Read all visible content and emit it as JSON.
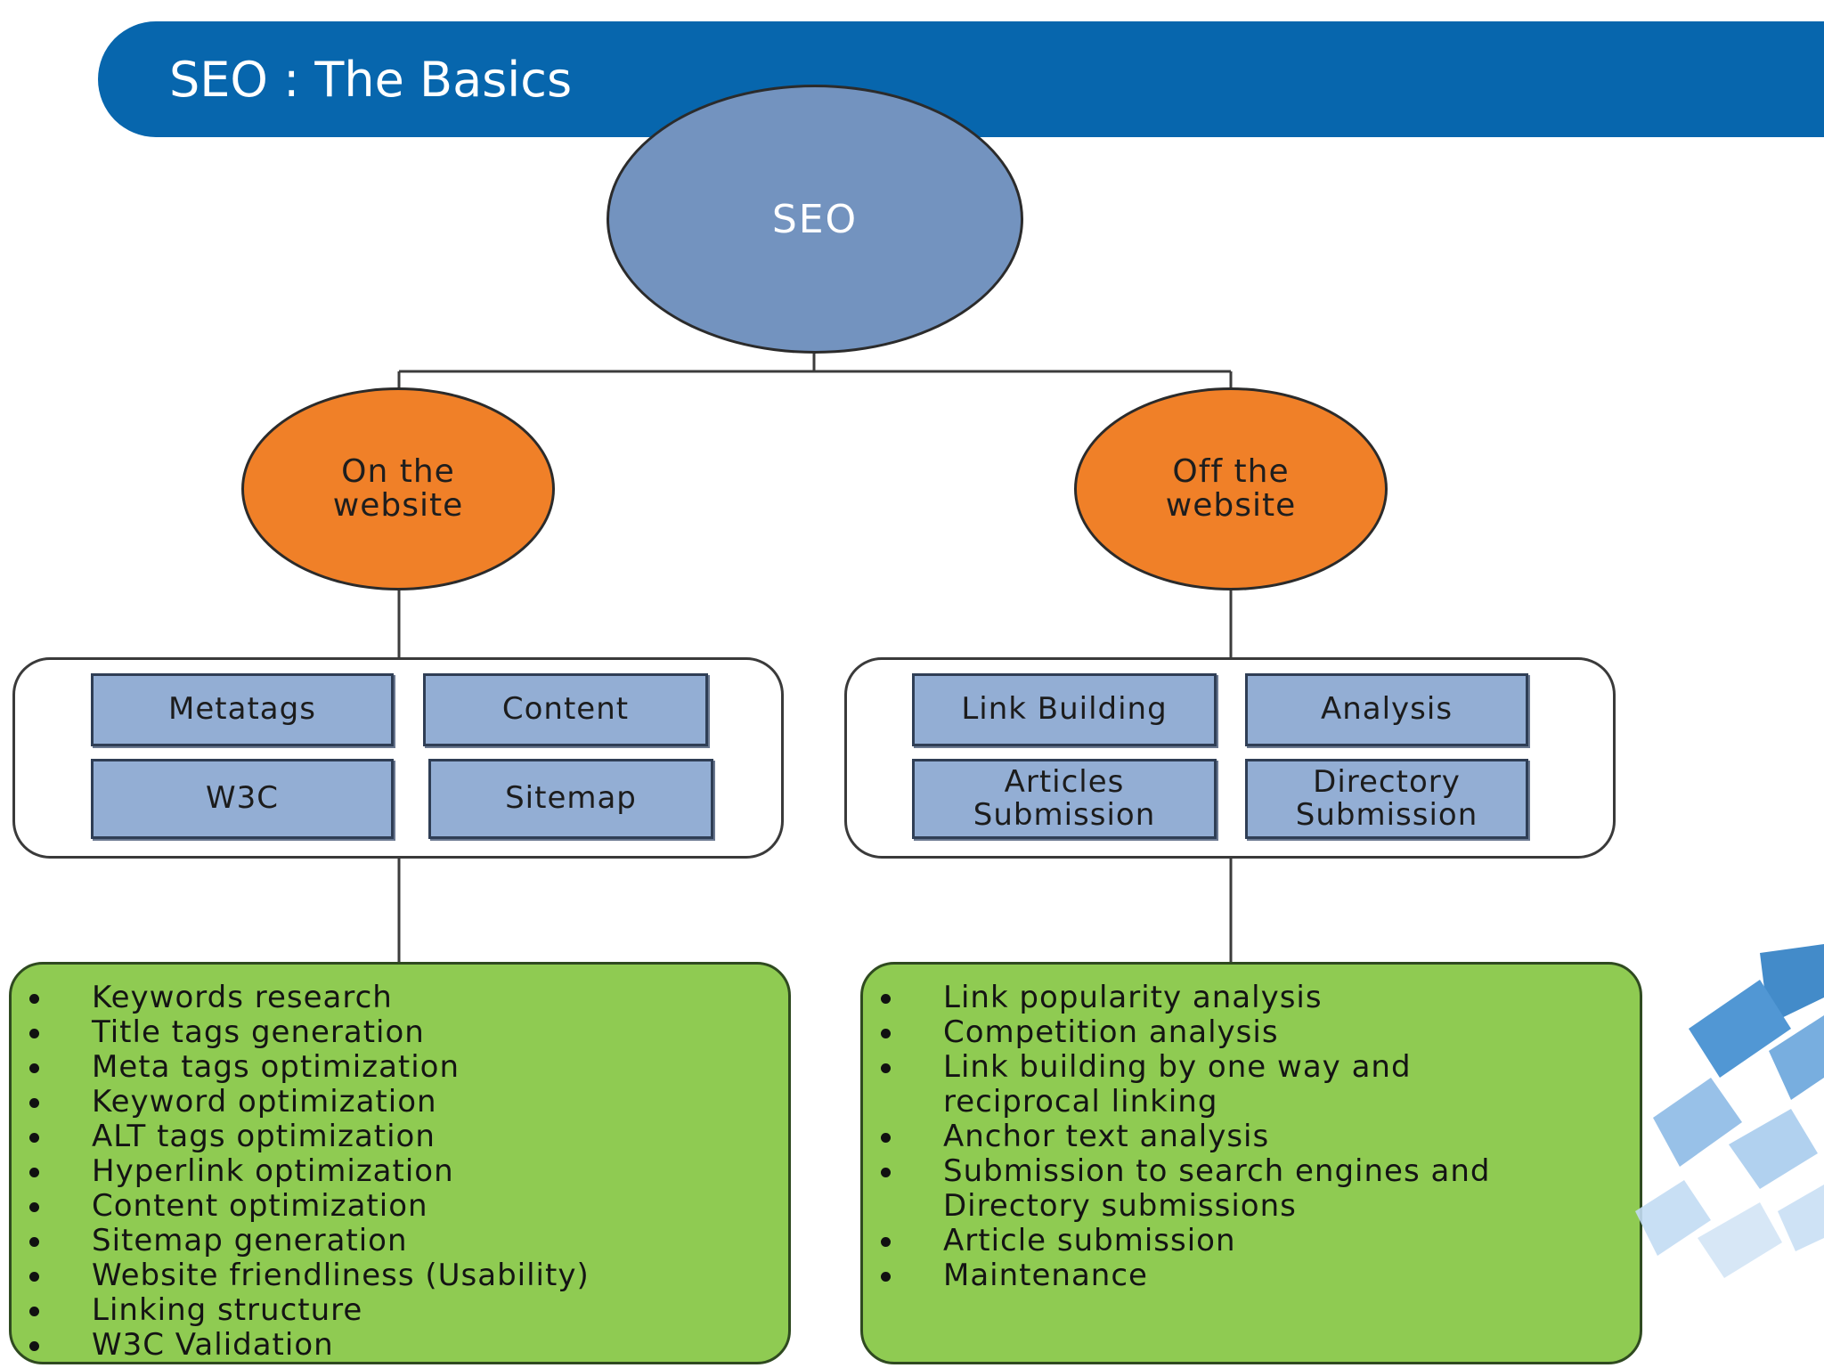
{
  "slide": {
    "title": "SEO : The Basics"
  },
  "diagram": {
    "root": "SEO",
    "left": {
      "label": "On the\nwebsite",
      "cells": [
        "Metatags",
        "Content",
        "W3C",
        "Sitemap"
      ],
      "items": [
        "Keywords research",
        "Title tags generation",
        "Meta tags optimization",
        "Keyword optimization",
        "ALT tags optimization",
        "Hyperlink optimization",
        "Content optimization",
        "Sitemap generation",
        "Website friendliness (Usability)",
        "Linking structure",
        "W3C Validation"
      ]
    },
    "right": {
      "label": "Off the\nwebsite",
      "cells": [
        "Link Building",
        "Analysis",
        "Articles\nSubmission",
        "Directory\nSubmission"
      ],
      "items": [
        "Link popularity analysis",
        "Competition analysis",
        "Link building by one way and\nreciprocal linking",
        "Anchor text analysis",
        "Submission to search engines and\nDirectory submissions",
        "Article submission",
        "Maintenance"
      ]
    }
  },
  "colors": {
    "banner": "#0766ad",
    "root": "#7393bf",
    "branch": "#f08028",
    "cell": "#93aed4",
    "list": "#8fcb52"
  }
}
